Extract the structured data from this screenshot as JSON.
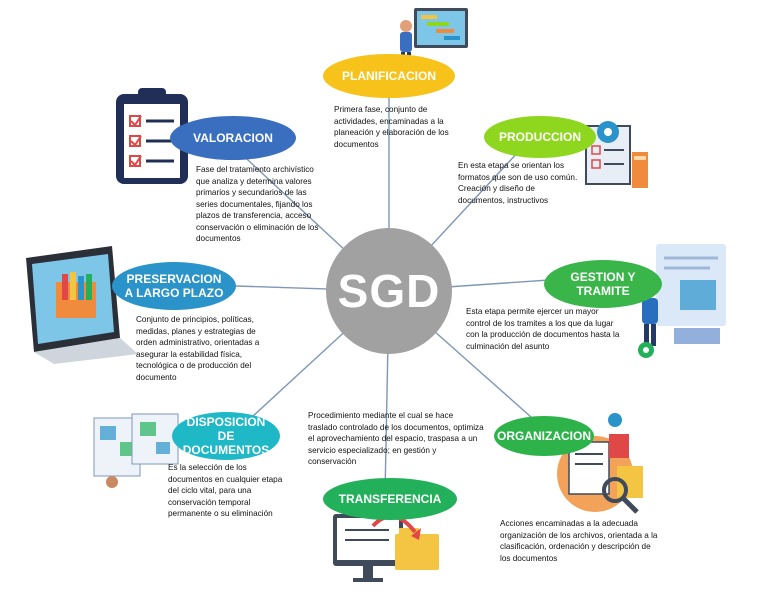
{
  "center": {
    "label": "SGD"
  },
  "stages": {
    "planificacion": {
      "label": "PLANIFICACION",
      "color": "#f7c21a",
      "description": "Primera fase, conjunto de actividades, encaminadas a la planeación y elaboración de los documentos"
    },
    "produccion": {
      "label": "PRODUCCION",
      "color": "#8fd61e",
      "description": "En esta etapa se orientan los formatos que son de uso común. Creación y diseño de documentos, instructivos"
    },
    "gestion": {
      "label": "GESTION Y TRAMITE",
      "color": "#39b54a",
      "description": "Esta etapa permite ejercer un mayor control de los tramites a los que da lugar con la producción de documentos hasta la culminación del asunto"
    },
    "organizacion": {
      "label": "ORGANIZACION",
      "color": "#2db34a",
      "description": "Acciones encaminadas a la adecuada organización de los archivos, orientada a la clasificación, ordenación y descripción de los documentos"
    },
    "transferencia": {
      "label": "TRANSFERENCIA",
      "color": "#22b05a",
      "description": "Procedimiento mediante el cual se hace traslado controlado de los documentos, optimiza el aprovechamiento del espacio, traspasa a un servicio especializado; en gestión y conservación"
    },
    "disposicion": {
      "label": "DISPOSICION DE DOCUMENTOS",
      "color": "#1fb8c6",
      "description": "Es la selección de los documentos en cualquier etapa del ciclo vital, para una conservación temporal permanente o su eliminación"
    },
    "preservacion": {
      "label": "PRESERVACION A LARGO PLAZO",
      "color": "#2a93c9",
      "description": "Conjunto de principios, políticas, medidas, planes y estrategias de orden administrativo, orientadas a asegurar la estabilidad física, tecnológica o de producción del documento"
    },
    "valoracion": {
      "label": "VALORACION",
      "color": "#3a6fbf",
      "description": "Fase del tratamiento archivístico que analiza y determina valores primarios y secundarios de las series documentales, fijando los plazos de transferencia, acceso conservación o eliminación de los documentos"
    }
  },
  "icons": {
    "planificacion": "planning-chart-icon",
    "produccion": "document-gear-icon",
    "gestion": "person-dashboard-icon",
    "organizacion": "magnifier-documents-icon",
    "transferencia": "monitor-folder-icon",
    "disposicion": "document-boards-icon",
    "preservacion": "laptop-file-cabinet-icon",
    "valoracion": "clipboard-checklist-icon"
  }
}
